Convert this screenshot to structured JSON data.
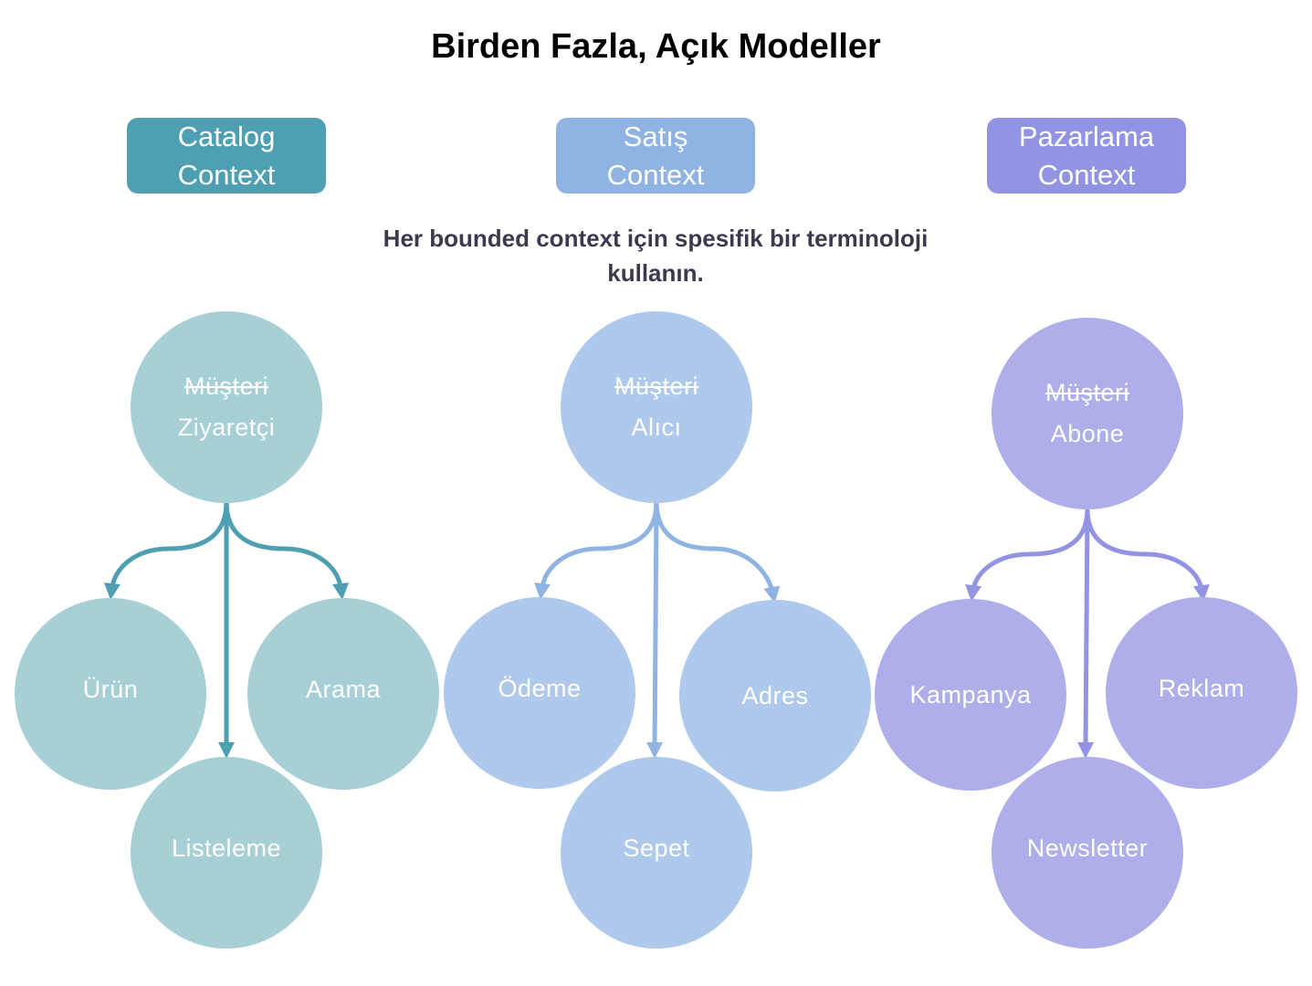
{
  "title": "Birden Fazla, Açık Modeller",
  "subtitle": "Her bounded context için spesifik bir terminoloji kullanın.",
  "colors": {
    "catalog_box": "#4f9fb2",
    "catalog_circle": "#a7cfd6",
    "catalog_arrow": "#4f9fb2",
    "satis_box": "#8fb4e3",
    "satis_circle": "#aec9ec",
    "satis_arrow": "#8fb4e3",
    "pazarlama_box": "#9293e3",
    "pazarlama_circle": "#adaeea",
    "pazarlama_arrow": "#9293e3"
  },
  "contexts": [
    {
      "line1": "Catalog",
      "line2": "Context",
      "struck_term": "Müşteri",
      "term": "Ziyaretçi",
      "children": [
        "Ürün",
        "Arama",
        "Listeleme"
      ]
    },
    {
      "line1": "Satış",
      "line2": "Context",
      "struck_term": "Müşteri",
      "term": "Alıcı",
      "children": [
        "Ödeme",
        "Adres",
        "Sepet"
      ]
    },
    {
      "line1": "Pazarlama",
      "line2": "Context",
      "struck_term": "Müşteri",
      "term": "Abone",
      "children": [
        "Kampanya",
        "Reklam",
        "Newsletter"
      ]
    }
  ]
}
